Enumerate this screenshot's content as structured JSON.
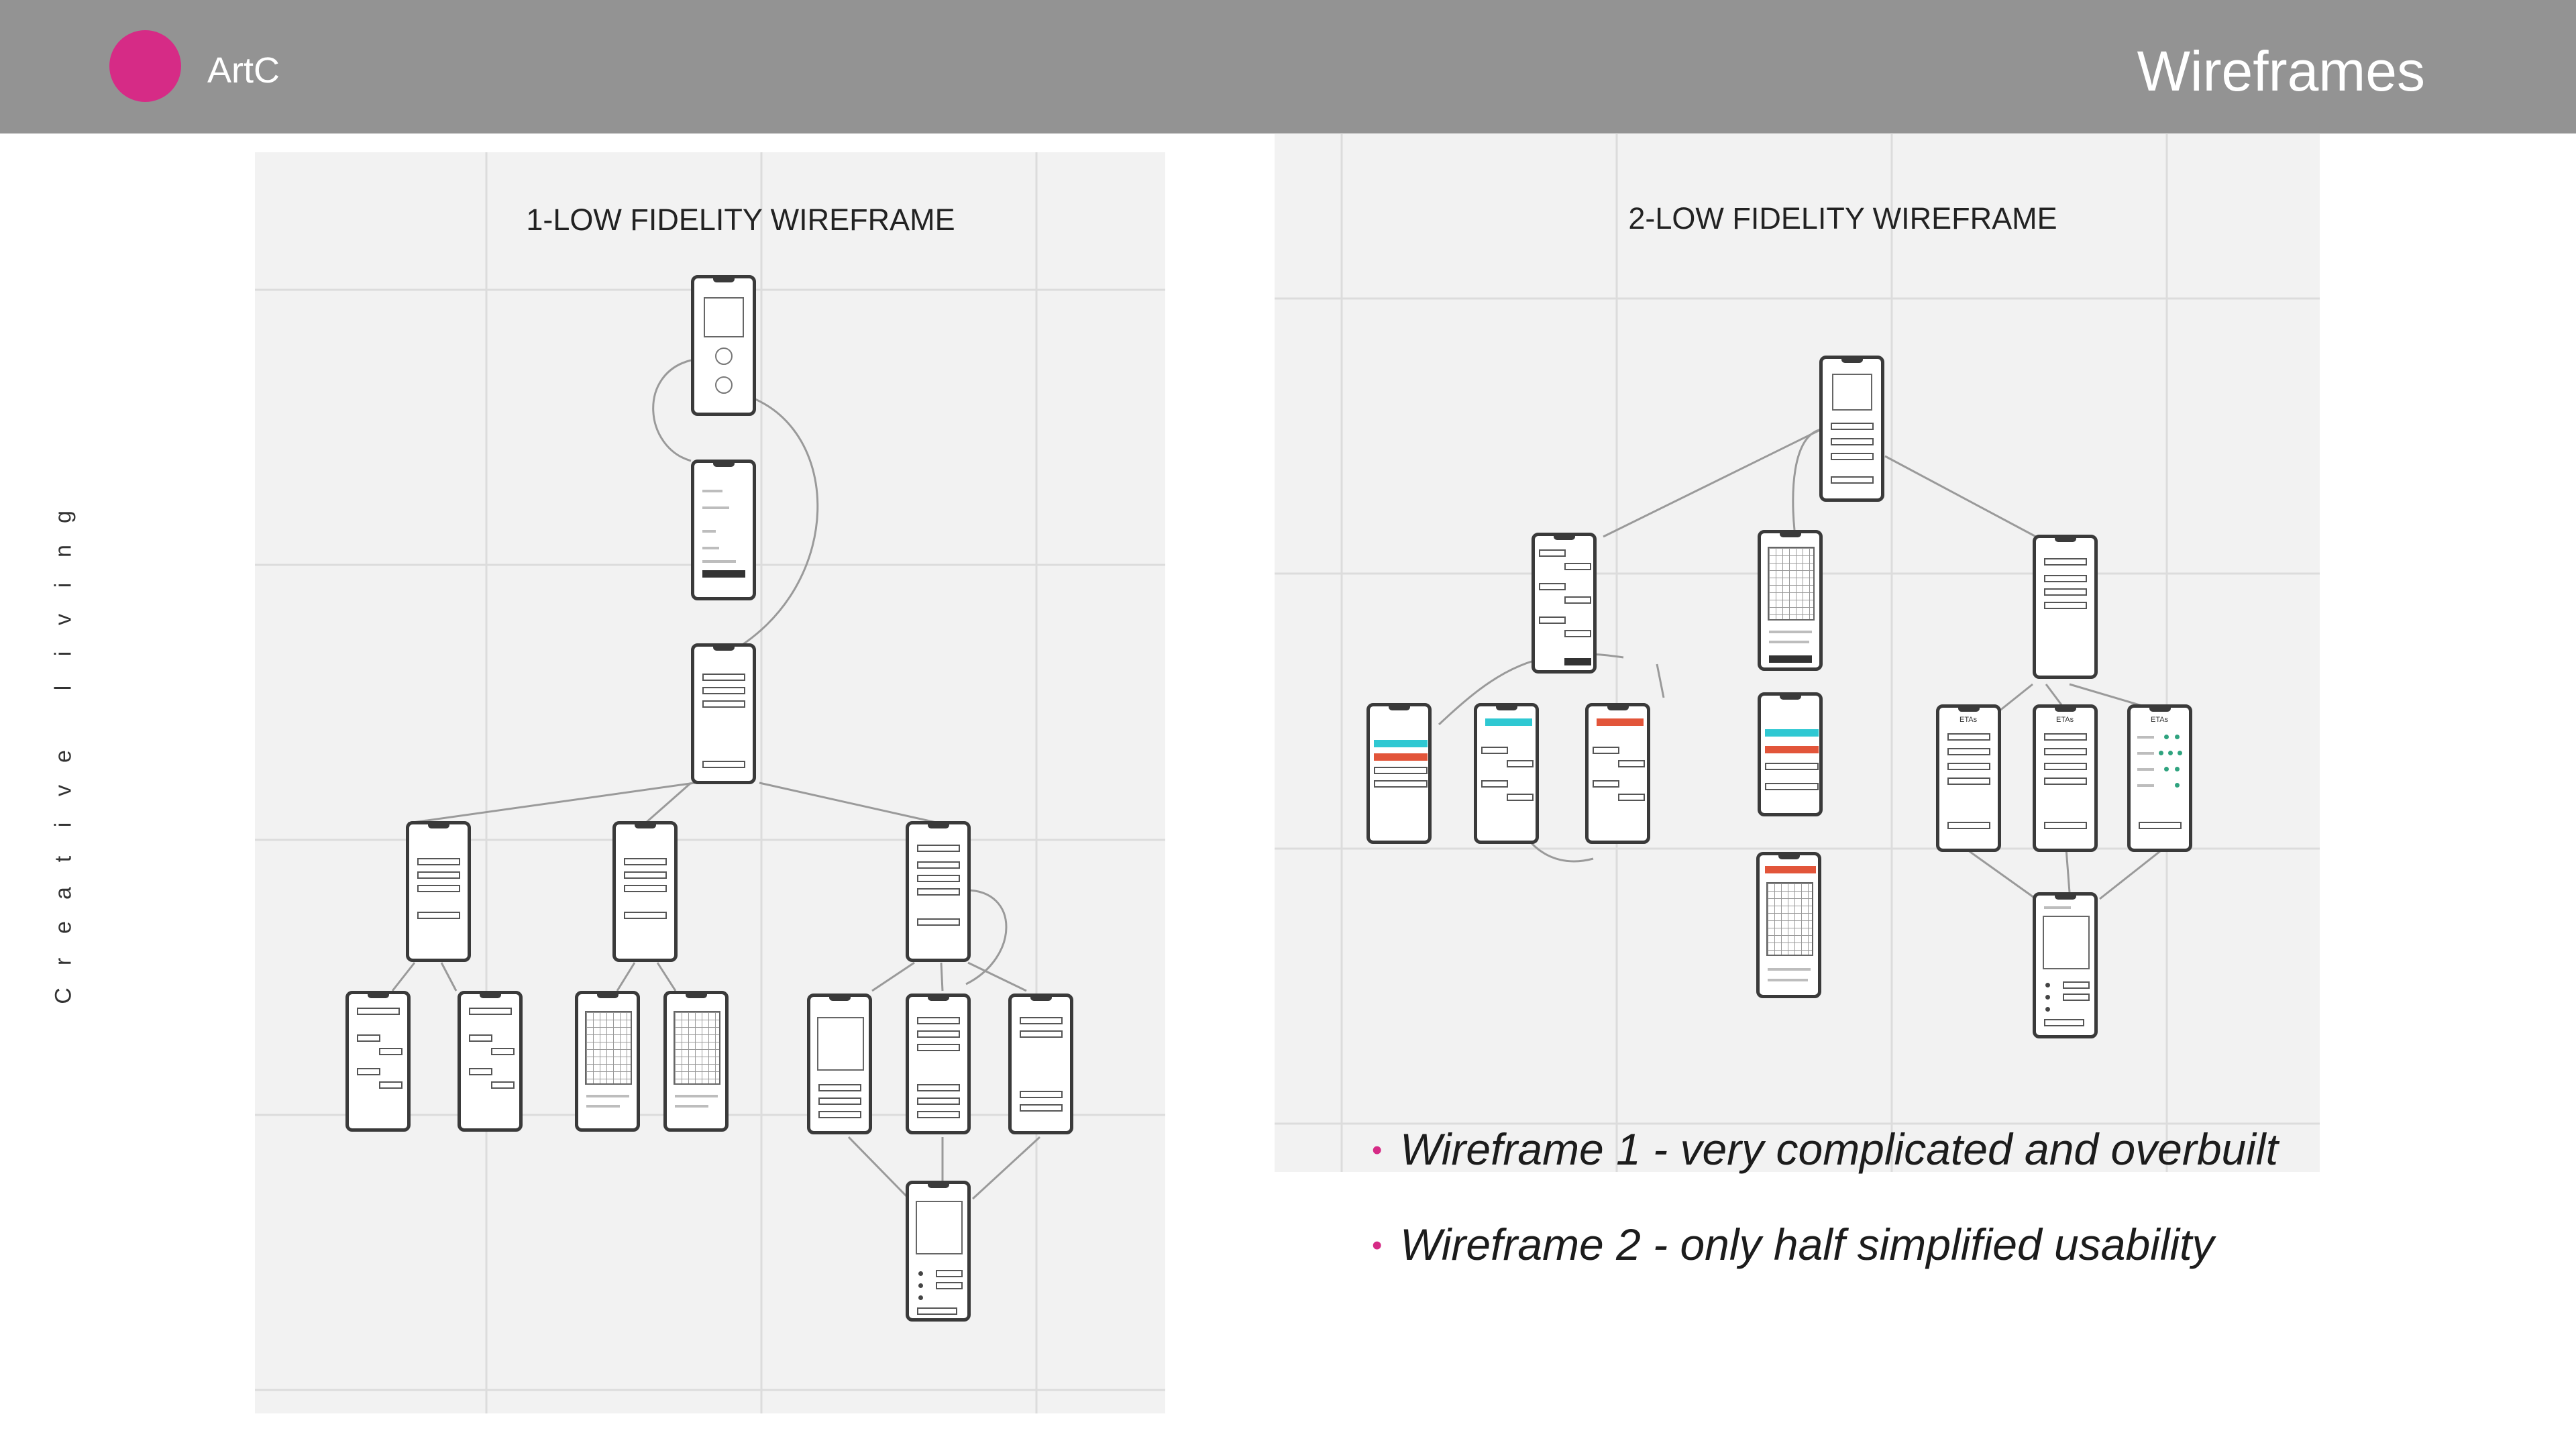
{
  "header": {
    "brand": "ArtC",
    "title": "Wireframes",
    "logo_color": "#d62b86"
  },
  "tagline": [
    "C",
    "r",
    "e",
    "a",
    "t",
    "i",
    "v",
    "e",
    " ",
    "l",
    "i",
    "v",
    "i",
    "n",
    "g"
  ],
  "boards": {
    "left": {
      "title": "1-LOW FIDELITY WIREFRAME"
    },
    "right": {
      "title": "2-LOW FIDELITY WIREFRAME"
    }
  },
  "bullets": [
    {
      "text": "Wireframe 1 - very complicated and overbuilt"
    },
    {
      "text": "Wireframe 2 - only half simplified usability"
    }
  ],
  "bullet_color": "#d62b86",
  "accent_colors": {
    "cyan": "#2fc8d2",
    "red": "#e2553a"
  }
}
